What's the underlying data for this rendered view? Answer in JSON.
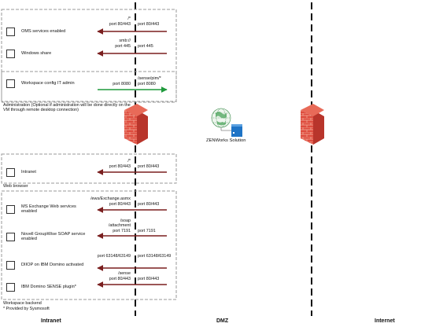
{
  "zones": {
    "intranet": "Intranet",
    "dmz": "DMZ",
    "internet": "Internet"
  },
  "groups": {
    "top_caption": "Administration (Optional if administration will be done directly on the VM through remote desktop connection)",
    "web_caption": "Web browser",
    "backend_caption": "Workspace backend",
    "footnote": "* Provided by Sysmosoft"
  },
  "services": [
    {
      "label": "OMS services enabled",
      "path": "/*",
      "left_port": "port 80/443",
      "right_port": "port 80/443",
      "direction": "inbound"
    },
    {
      "label": "Windows share",
      "path": "smb://",
      "left_port": "port 445",
      "right_port": "port 445",
      "direction": "inbound"
    },
    {
      "label": "Workspace config IT admin",
      "path": "/sense/pim/*",
      "left_port": "port 8080",
      "right_port": "port 8080",
      "direction": "outbound"
    },
    {
      "label": "Intranet",
      "path": "/*",
      "left_port": "port 80/443",
      "right_port": "port 80/443",
      "direction": "inbound"
    },
    {
      "label": "MS Exchange Web services enabled",
      "path": "/ews/Exchange.asmx",
      "left_port": "port 80/443",
      "right_port": "port 80/443",
      "direction": "inbound"
    },
    {
      "label": "Novell GroupWise SOAP service enabled",
      "path": "/soap /attachment",
      "left_port": "port 7191",
      "right_port": "port 7191",
      "direction": "inbound"
    },
    {
      "label": "DIIOP on IBM Domino activated",
      "path": "",
      "left_port": "port 63148/63149",
      "right_port": "port 63148/63149",
      "direction": "inbound"
    },
    {
      "label": "IBM Domino SENSE plugin*",
      "path": "/sense",
      "left_port": "port 80/443",
      "right_port": "port 80/443",
      "direction": "inbound"
    }
  ],
  "zenworks": {
    "label": "ZENWorks Solution"
  },
  "colors": {
    "inbound_arrow": "#7a1f1f",
    "outbound_arrow": "#1f9a3c",
    "firewall": "#d9443a",
    "dashed": "#9a9a9a"
  }
}
